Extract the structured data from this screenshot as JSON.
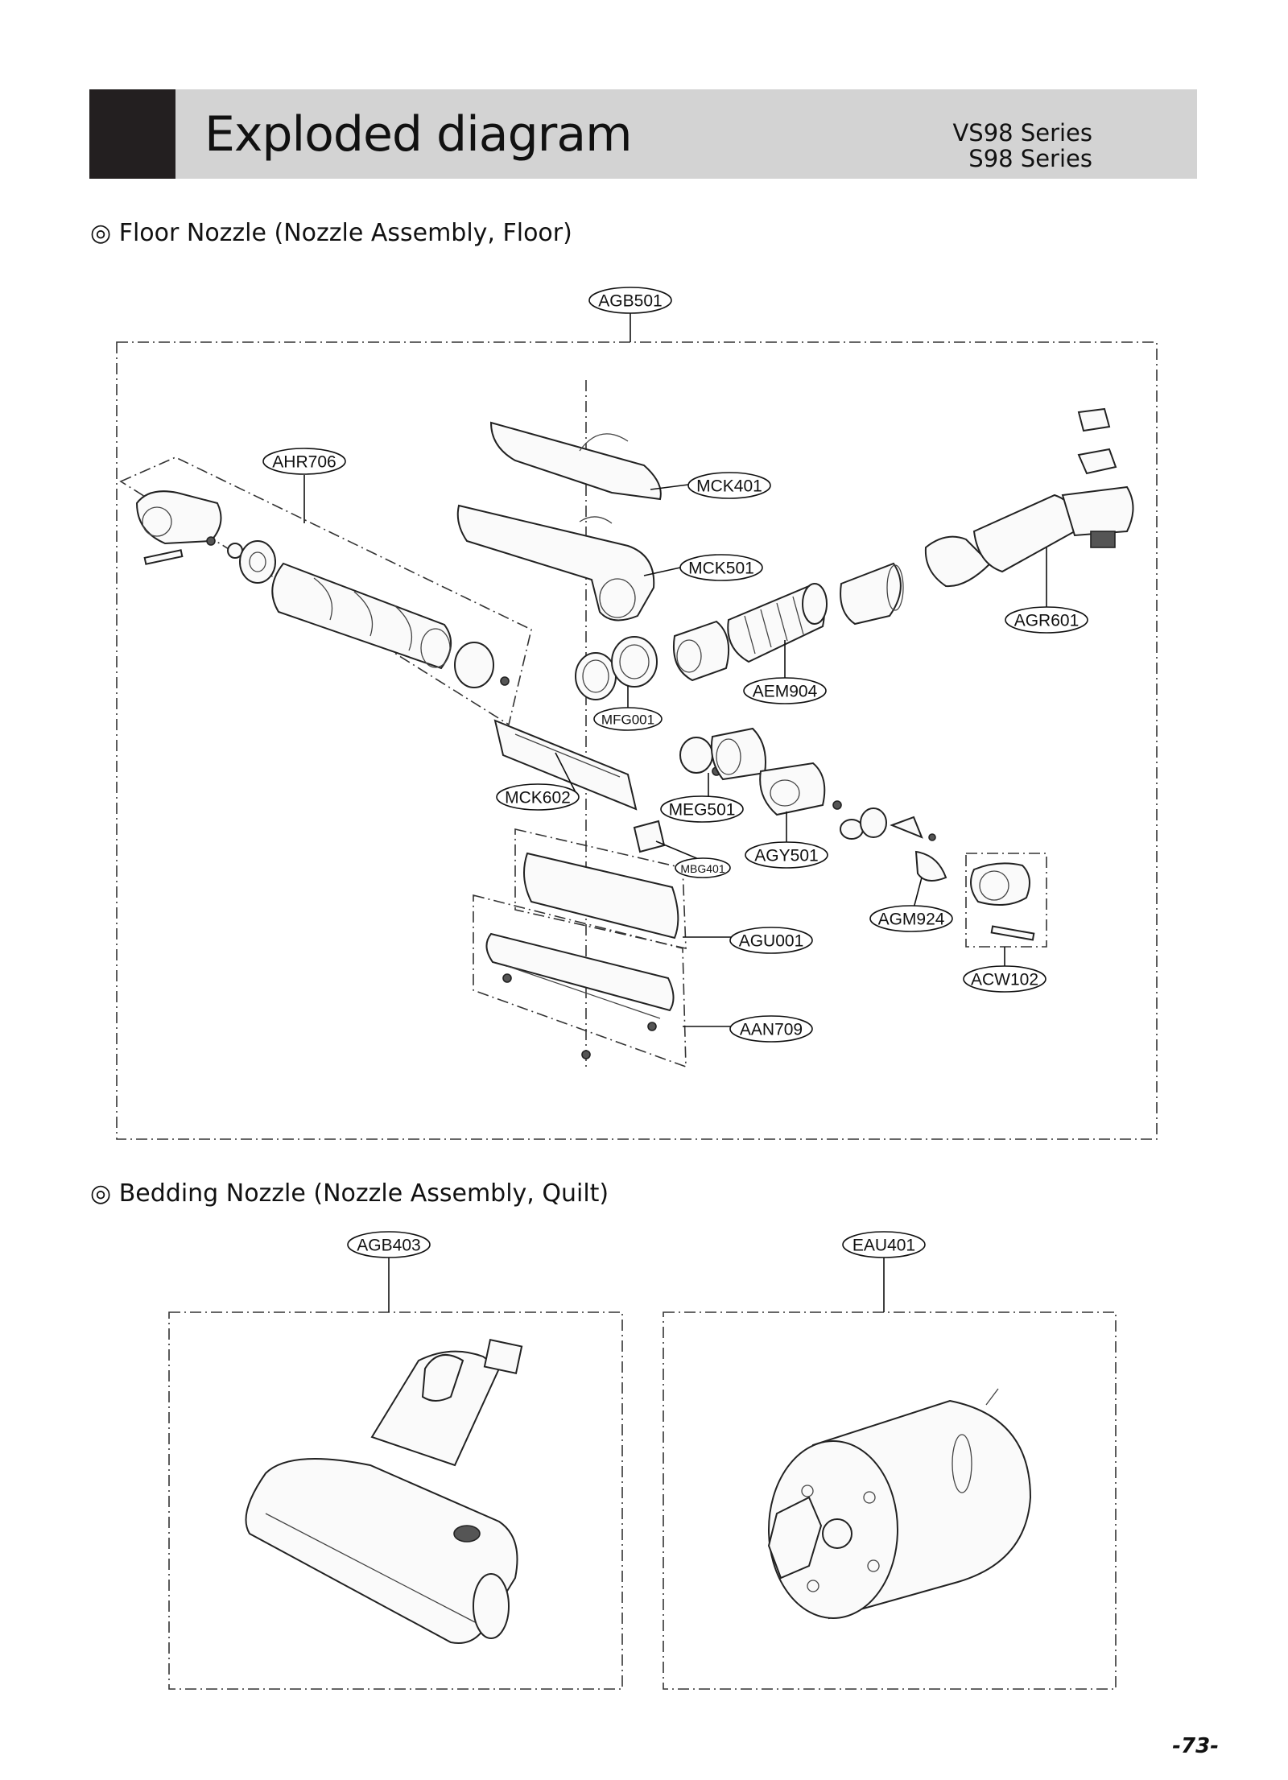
{
  "header": {
    "title": "Exploded diagram",
    "series_1": "VS98 Series",
    "series_2": "S98 Series"
  },
  "sections": {
    "floor": "◎ Floor Nozzle (Nozzle Assembly, Floor)",
    "bedding": "◎ Bedding Nozzle (Nozzle Assembly, Quilt)"
  },
  "labels": {
    "agb501": "AGB501",
    "ahr706": "AHR706",
    "mck401": "MCK401",
    "mck501": "MCK501",
    "agr601": "AGR601",
    "aem904": "AEM904",
    "mfg001": "MFG001",
    "mck602": "MCK602",
    "meg501": "MEG501",
    "mbg401": "MBG401",
    "agy501": "AGY501",
    "agm924": "AGM924",
    "agu001": "AGU001",
    "acw102": "ACW102",
    "aan709": "AAN709",
    "agb403": "AGB403",
    "eau401": "EAU401"
  },
  "page_number": "-73-"
}
